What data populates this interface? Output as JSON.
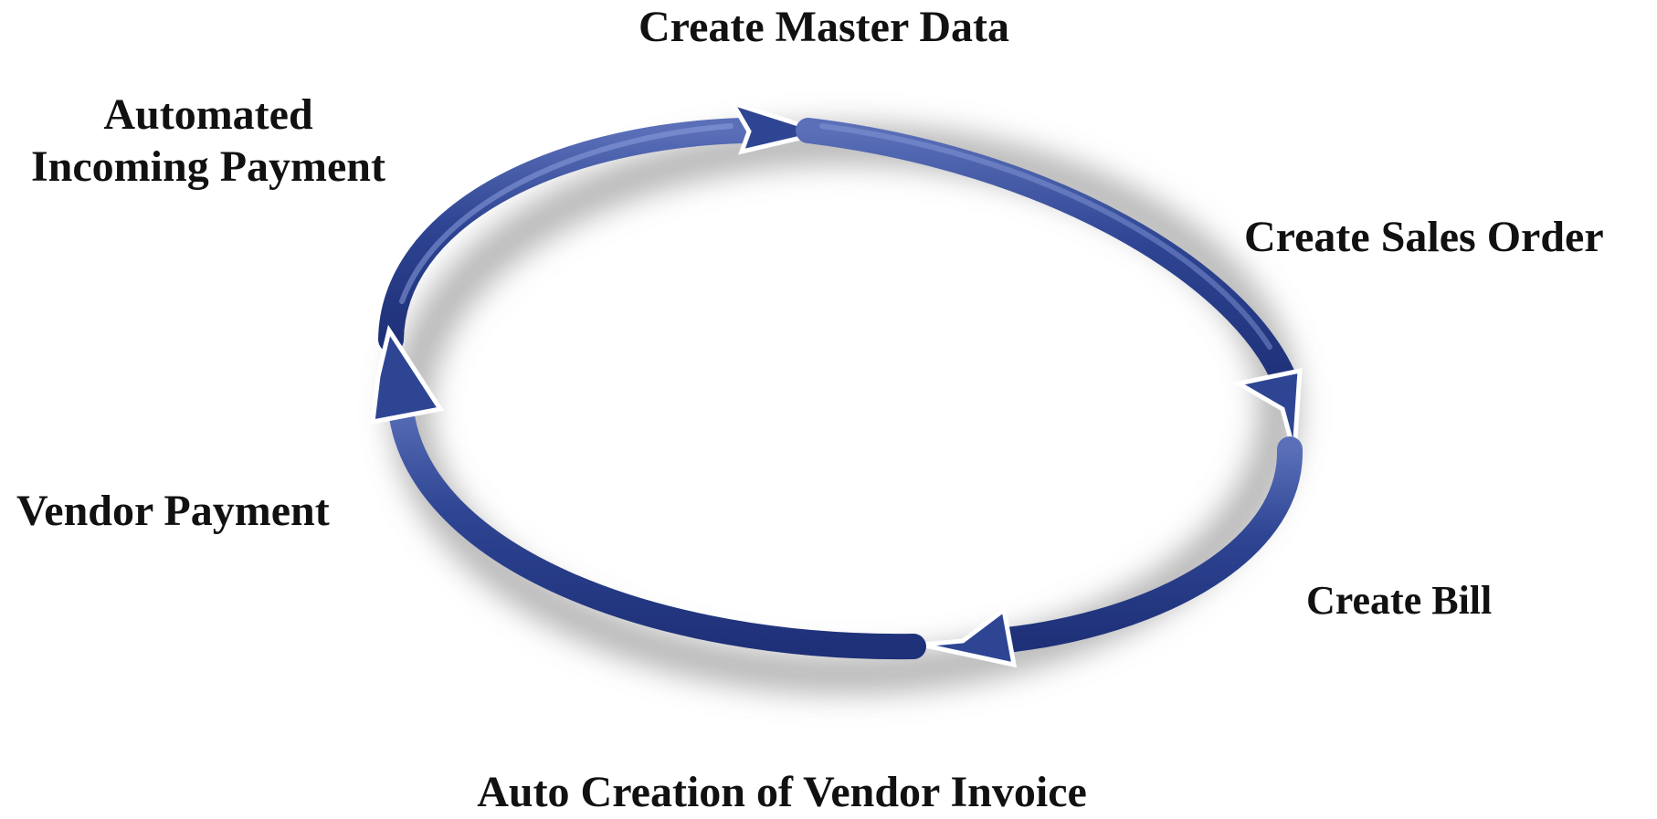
{
  "diagram": {
    "title": "",
    "cycle_color": "#2e4593",
    "steps": [
      {
        "id": "create-master-data",
        "lines": [
          "Create Master Data"
        ]
      },
      {
        "id": "create-sales-order",
        "lines": [
          "Create Sales Order"
        ]
      },
      {
        "id": "create-bill",
        "lines": [
          "Create Bill"
        ]
      },
      {
        "id": "auto-creation-of-vendor-invoice",
        "lines": [
          "Auto Creation of Vendor Invoice"
        ]
      },
      {
        "id": "vendor-payment",
        "lines": [
          "Vendor Payment"
        ]
      },
      {
        "id": "automated-incoming-payment",
        "lines": [
          "Automated",
          "Incoming Payment"
        ]
      }
    ],
    "flow_direction": "clockwise"
  }
}
